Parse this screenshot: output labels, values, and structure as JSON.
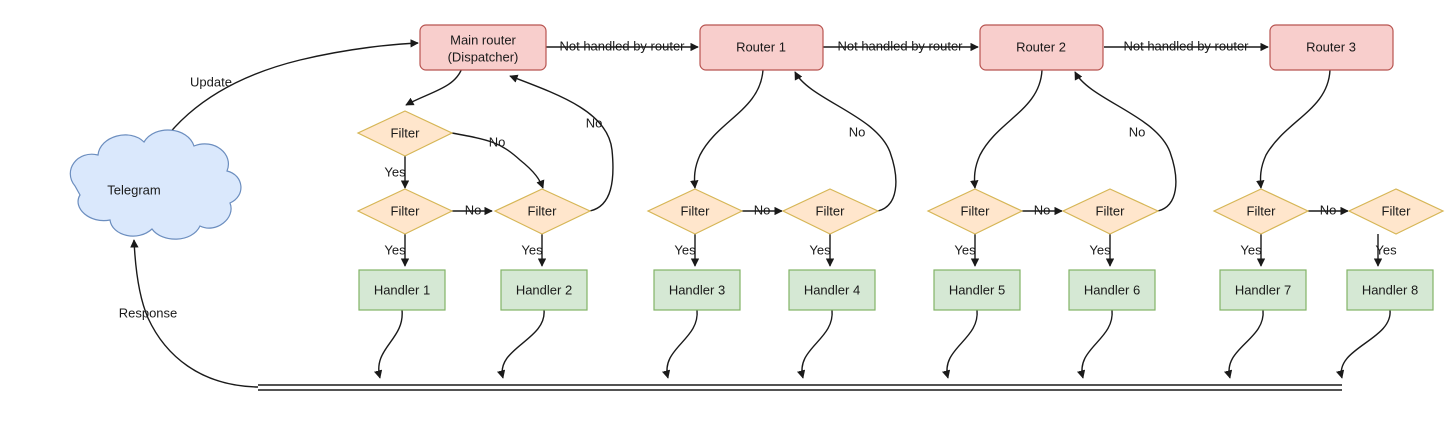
{
  "diagram": {
    "title": "Telegram bot update routing flow",
    "colors": {
      "router_fill": "#f8cecc",
      "router_stroke": "#b85450",
      "filter_fill": "#ffe6cc",
      "filter_stroke": "#d6b656",
      "handler_fill": "#d5e8d4",
      "handler_stroke": "#82b366",
      "cloud_fill": "#dae8fc",
      "cloud_stroke": "#6c8ebf",
      "edge": "#1a1a1a",
      "background": "#ffffff"
    },
    "source": {
      "id": "telegram",
      "label": "Telegram",
      "shape": "cloud"
    },
    "routers": [
      {
        "id": "main-router",
        "label_line1": "Main router",
        "label_line2": "(Dispatcher)"
      },
      {
        "id": "router-1",
        "label_line1": "Router 1",
        "label_line2": ""
      },
      {
        "id": "router-2",
        "label_line1": "Router 2",
        "label_line2": ""
      },
      {
        "id": "router-3",
        "label_line1": "Router 3",
        "label_line2": ""
      }
    ],
    "filters": [
      {
        "id": "filter-top",
        "label": "Filter"
      },
      {
        "id": "filter-1",
        "label": "Filter"
      },
      {
        "id": "filter-2",
        "label": "Filter"
      },
      {
        "id": "filter-3",
        "label": "Filter"
      },
      {
        "id": "filter-4",
        "label": "Filter"
      },
      {
        "id": "filter-5",
        "label": "Filter"
      },
      {
        "id": "filter-6",
        "label": "Filter"
      },
      {
        "id": "filter-7",
        "label": "Filter"
      },
      {
        "id": "filter-8",
        "label": "Filter"
      }
    ],
    "handlers": [
      {
        "id": "handler-1",
        "label": "Handler 1"
      },
      {
        "id": "handler-2",
        "label": "Handler 2"
      },
      {
        "id": "handler-3",
        "label": "Handler 3"
      },
      {
        "id": "handler-4",
        "label": "Handler 4"
      },
      {
        "id": "handler-5",
        "label": "Handler 5"
      },
      {
        "id": "handler-6",
        "label": "Handler 6"
      },
      {
        "id": "handler-7",
        "label": "Handler 7"
      },
      {
        "id": "handler-8",
        "label": "Handler 8"
      }
    ],
    "edge_labels": {
      "update": "Update",
      "response": "Response",
      "not_handled_1": "Not handled by router",
      "not_handled_2": "Not handled by router",
      "not_handled_3": "Not handled by router",
      "yes": "Yes",
      "no": "No",
      "yes_1": "Yes",
      "yes_2": "Yes",
      "yes_3": "Yes",
      "yes_4": "Yes",
      "yes_5": "Yes",
      "yes_6": "Yes",
      "yes_7": "Yes",
      "yes_8": "Yes",
      "yes_top": "Yes",
      "no_top": "No",
      "no_back_main": "No",
      "no_1": "No",
      "no_back_1": "No",
      "no_2": "No",
      "no_back_2": "No",
      "no_3": "No",
      "no_4": "No"
    }
  }
}
